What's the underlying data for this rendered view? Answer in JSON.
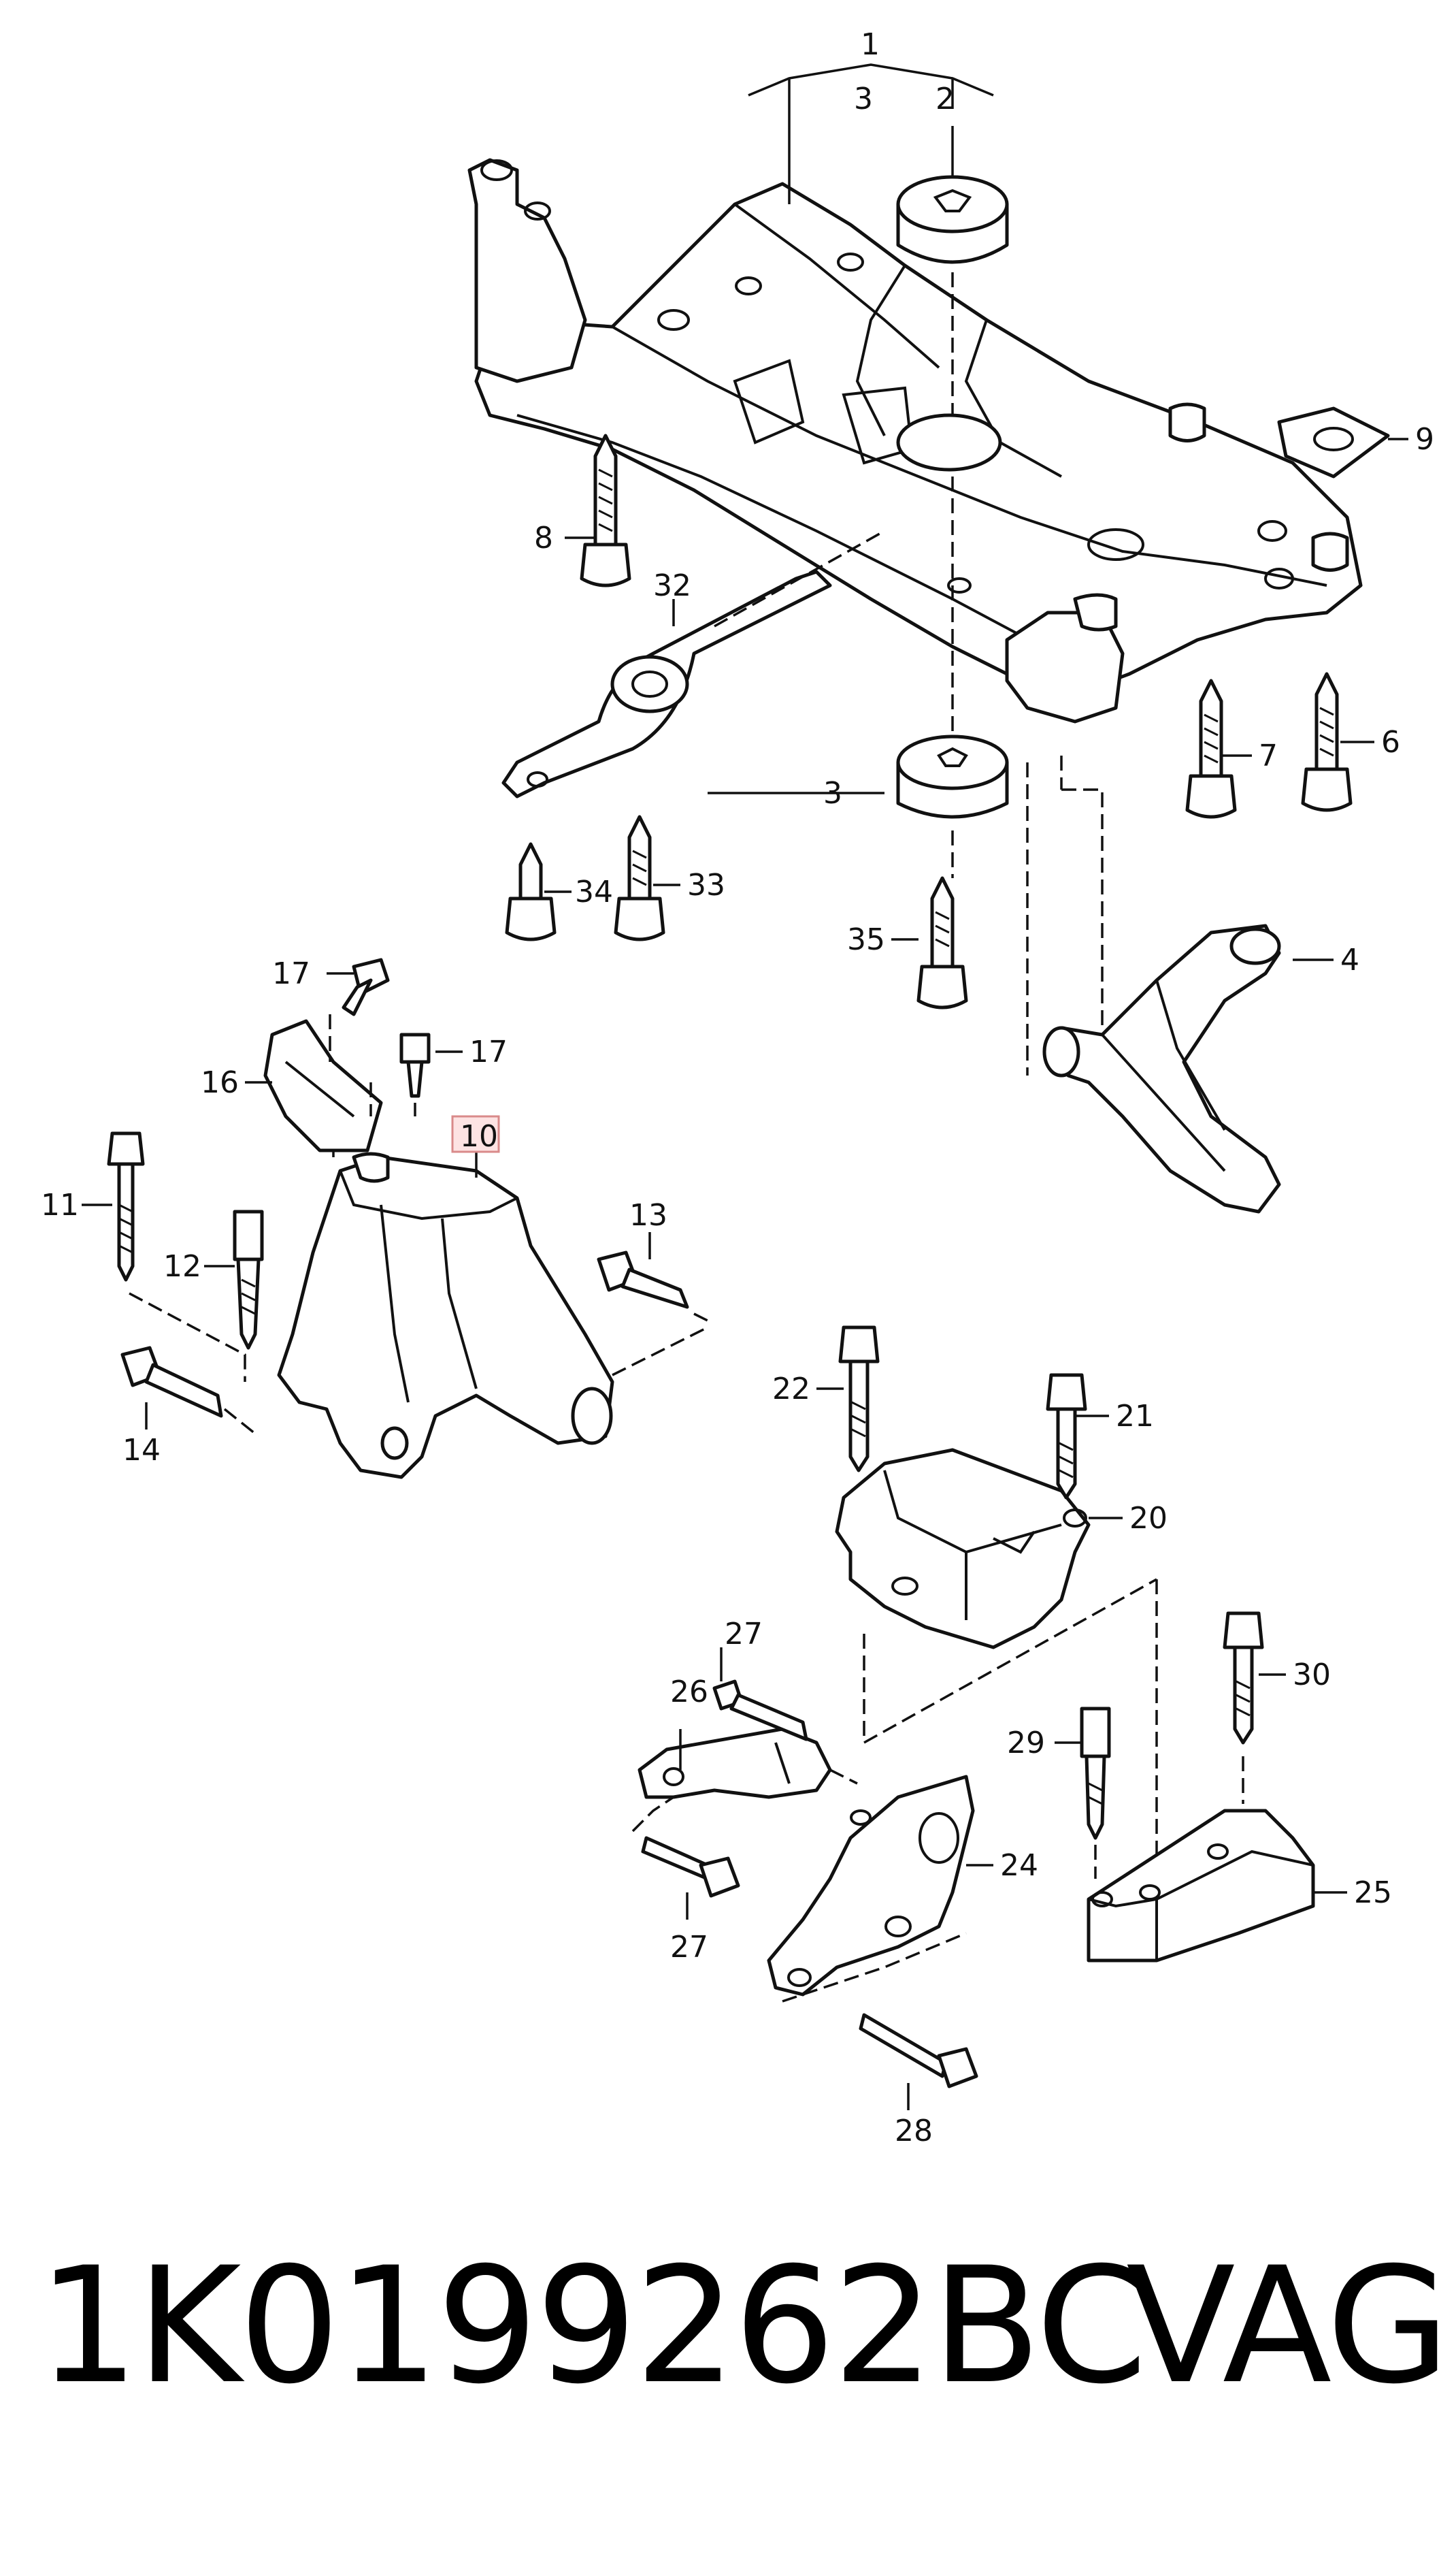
{
  "callouts": {
    "c1": "1",
    "c2": "2",
    "c3top": "3",
    "c3": "3",
    "c4": "4",
    "c6": "6",
    "c7": "7",
    "c8": "8",
    "c9": "9",
    "c10": "10",
    "c11": "11",
    "c12": "12",
    "c13": "13",
    "c14": "14",
    "c16": "16",
    "c17a": "17",
    "c17b": "17",
    "c20": "20",
    "c21": "21",
    "c22": "22",
    "c24": "24",
    "c25": "25",
    "c26": "26",
    "c27a": "27",
    "c27b": "27",
    "c28": "28",
    "c29": "29",
    "c30": "30",
    "c32": "32",
    "c33": "33",
    "c34": "34",
    "c35": "35"
  },
  "highlighted_callout": "10",
  "highlight_color": "#fde3e3",
  "footer": {
    "part_number": "1K0199262BC",
    "brand": "VAG"
  }
}
